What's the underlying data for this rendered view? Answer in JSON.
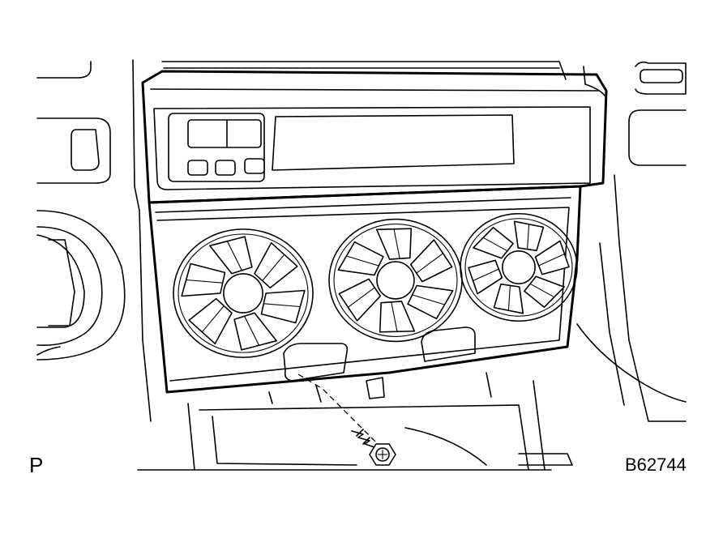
{
  "labels": {
    "view_letter": "P",
    "reference_code": "B62744"
  },
  "parts": {
    "display_buttons": 3,
    "air_vents": 3,
    "vent_blades": 6
  },
  "colors": {
    "line": "#000000",
    "background": "#ffffff"
  }
}
